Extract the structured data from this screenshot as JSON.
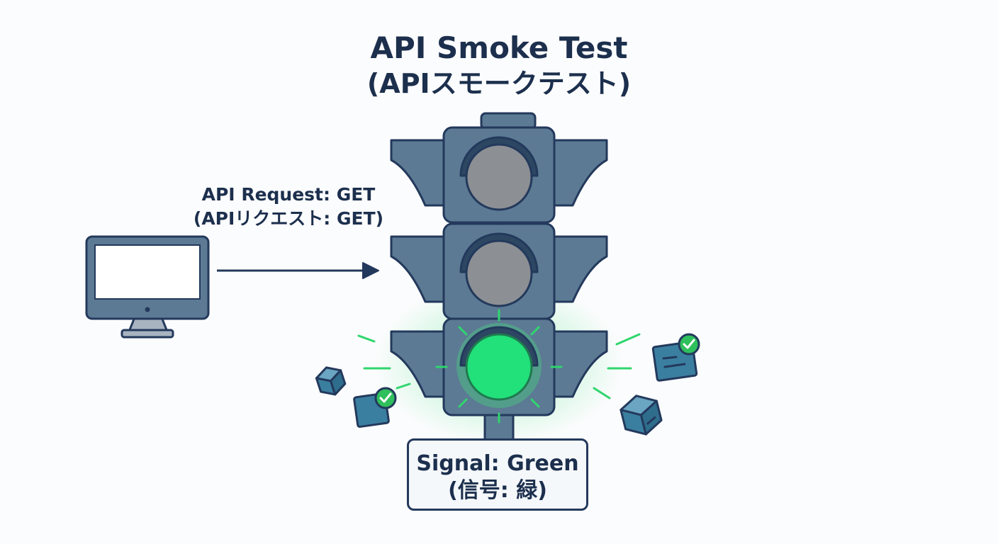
{
  "title": "API Smoke Test",
  "subtitle": "(APIスモークテスト)",
  "request": {
    "label": "API Request: GET",
    "label_ja": "(APIリクエスト: GET)"
  },
  "signal": {
    "label": "Signal: Green",
    "label_ja": "(信号: 緑)",
    "lights": [
      {
        "name": "top",
        "state": "off"
      },
      {
        "name": "middle",
        "state": "off"
      },
      {
        "name": "bottom",
        "state": "on"
      }
    ]
  },
  "icons": [
    "computer-monitor-icon",
    "arrow-right-icon",
    "traffic-light-icon",
    "cube-icon",
    "document-check-icon",
    "check-badge-icon"
  ],
  "colors": {
    "outline": "#23395c",
    "housing": "#5c7a94",
    "lens_off": "#8c8f93",
    "lens_on": "#22e07a",
    "glow": "#41e27c",
    "accent_teal": "#3b7fa0",
    "check": "#2fbf5c"
  }
}
